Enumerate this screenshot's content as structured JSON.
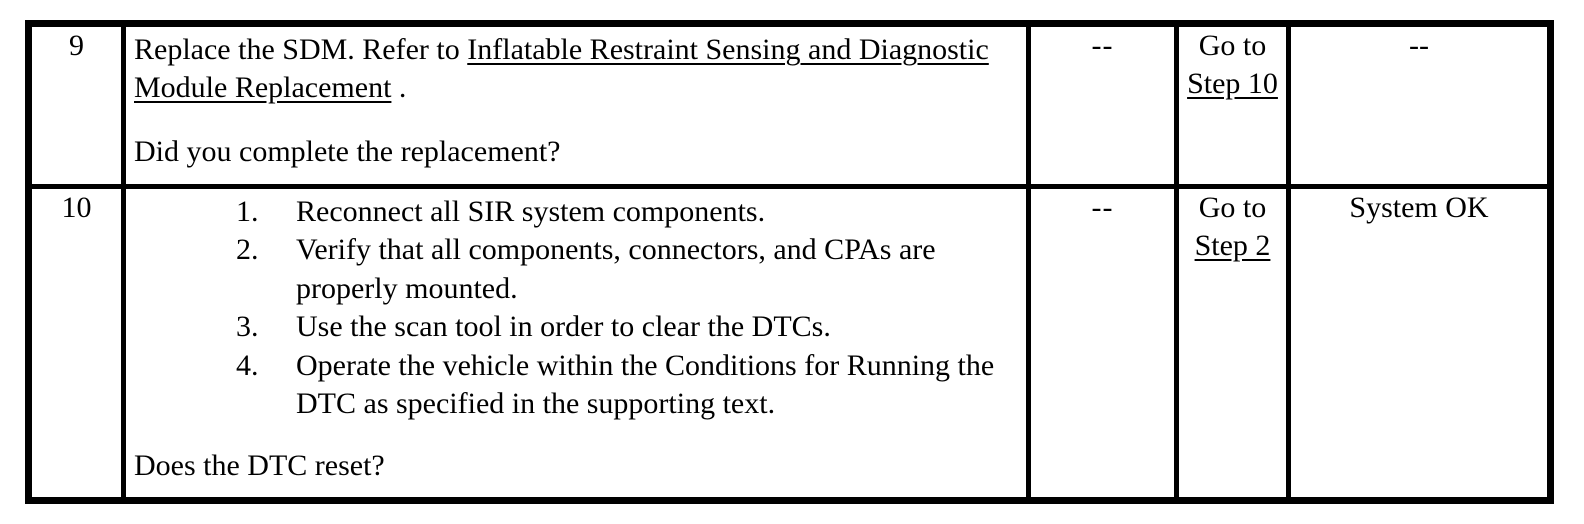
{
  "page": {
    "background_color": "#ffffff",
    "text_color": "#000000",
    "border_color": "#000000"
  },
  "table": {
    "rows": [
      {
        "step": "9",
        "action": {
          "text_before_link": "Replace the SDM. Refer to ",
          "link": "Inflatable Restraint Sensing and Diagnostic Module Replacement",
          "text_after_link": " .",
          "question": "Did you complete the replacement?"
        },
        "value": "--",
        "yes": {
          "prefix": "Go to",
          "link": "Step 10"
        },
        "no": "--"
      },
      {
        "step": "10",
        "action": {
          "list": [
            "Reconnect all SIR system components.",
            "Verify that all components, connectors, and CPAs are properly mounted.",
            "Use the scan tool in order to clear the DTCs.",
            "Operate the vehicle within the Conditions for Running the DTC as specified in the supporting text."
          ],
          "question": "Does the DTC reset?"
        },
        "value": "--",
        "yes": {
          "prefix": "Go to",
          "link": "Step 2"
        },
        "no": "System OK"
      }
    ]
  }
}
